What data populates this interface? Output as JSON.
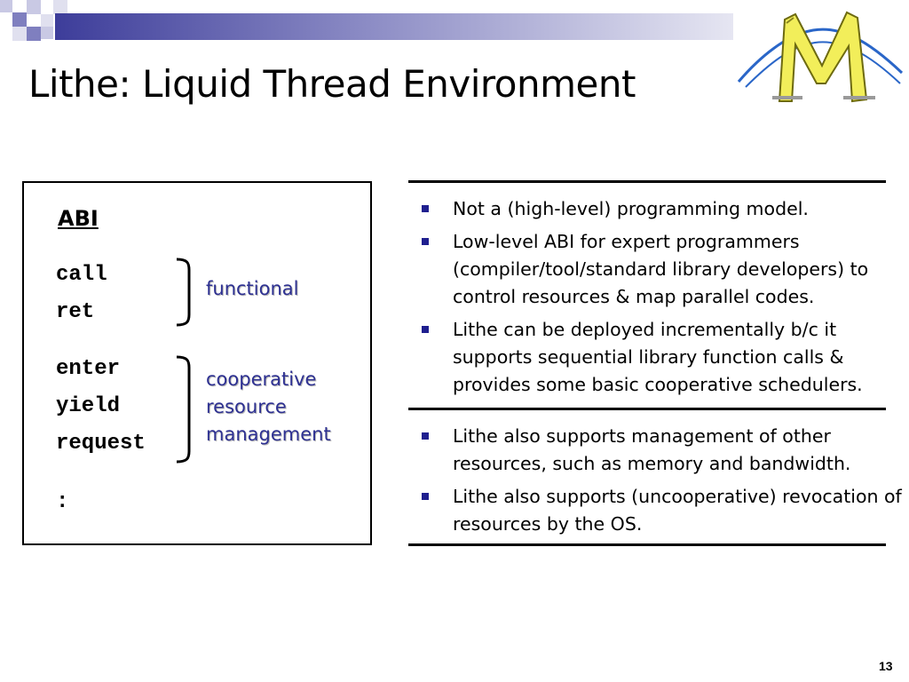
{
  "slide": {
    "title": "Lithe: Liquid Thread Environment",
    "page_number": "13"
  },
  "colors": {
    "bar_gradient_start": "#3d3d9a",
    "bar_gradient_end": "#e6e6f2",
    "square_dark": "#7f7fbf",
    "square_light": "#c9c9e4",
    "label_color": "#2e3192",
    "bullet_color": "#1f1f8f"
  },
  "abi": {
    "heading": "ABI",
    "functional_calls": [
      "call",
      "ret"
    ],
    "functional_label": "functional",
    "coop_calls": [
      "enter",
      "yield",
      "request"
    ],
    "coop_label": [
      "cooperative",
      "resource",
      "management"
    ],
    "ellipsis": ":"
  },
  "group1": [
    "Not a (high-level) programming model.",
    "Low-level ABI for expert programmers (compiler/tool/standard library developers) to control resources & map parallel codes.",
    "Lithe can be deployed incrementally b/c it supports sequential library function calls & provides some basic cooperative schedulers."
  ],
  "group2": [
    "Lithe also supports management of other resources, such as memory and bandwidth.",
    "Lithe also supports (uncooperative) revocation of resources by the OS."
  ],
  "icons": [
    "logo-icon",
    "bullet-square-icon",
    "brace-icon"
  ]
}
